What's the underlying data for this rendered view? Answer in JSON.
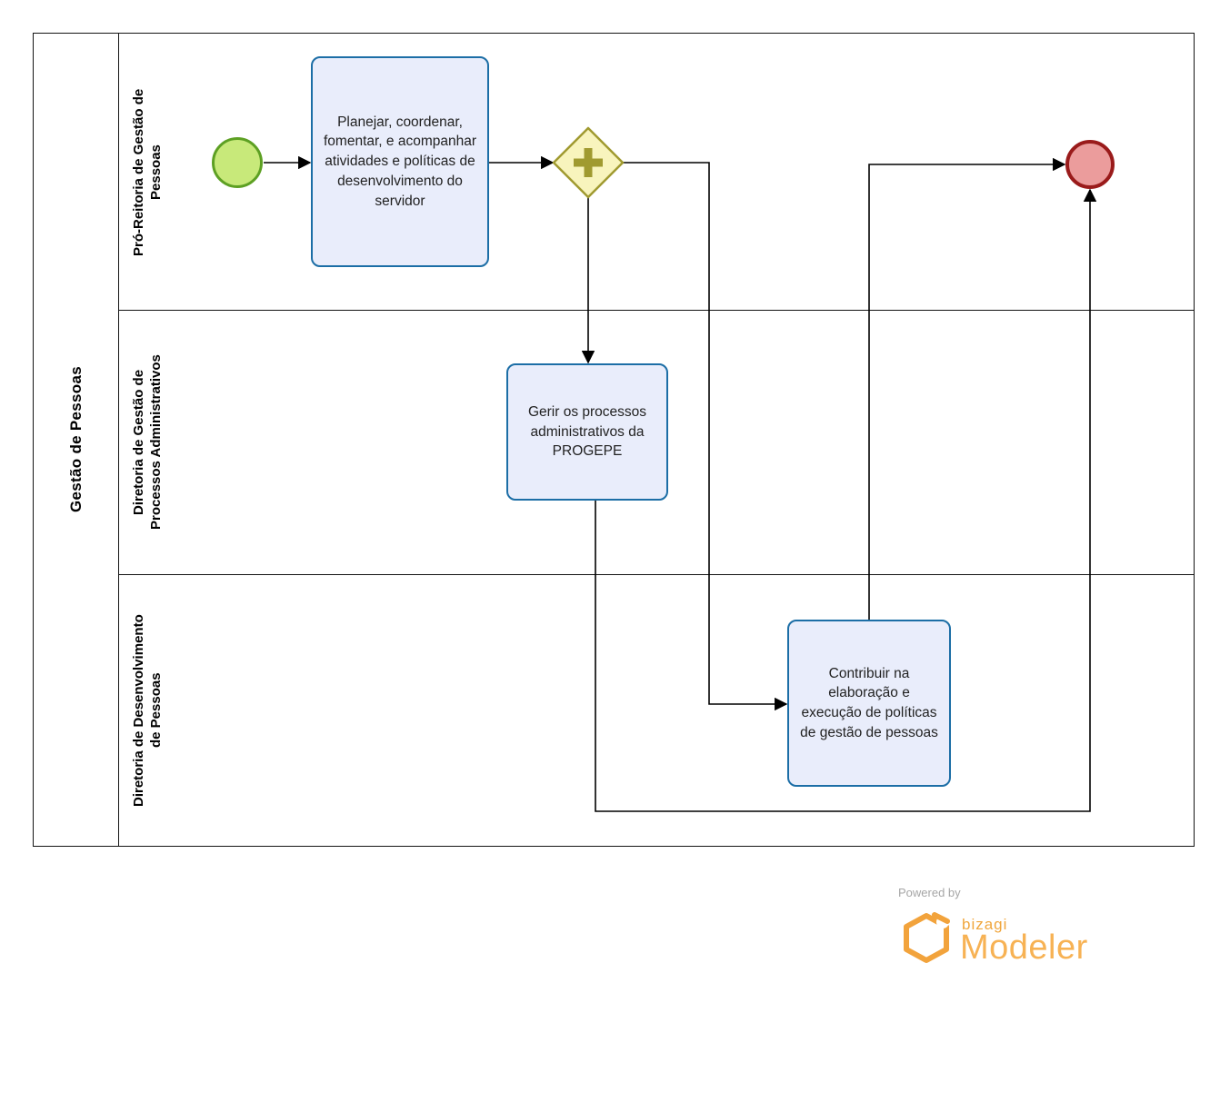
{
  "diagram": {
    "pool": {
      "title": "Gestão de Pessoas",
      "lanes": [
        {
          "label": "Pró-Reitoria de Gestão de Pessoas"
        },
        {
          "label": "Diretoria de Gestão de Processos Administrativos"
        },
        {
          "label": "Diretoria de Desenvolvimento de Pessoas"
        }
      ]
    },
    "nodes": {
      "start_event": {
        "type": "start-event"
      },
      "task_planejar": {
        "label": "Planejar, coordenar, fomentar, e acompanhar atividades e políticas de desenvolvimento do servidor"
      },
      "gateway_parallel": {
        "type": "parallel-gateway"
      },
      "task_gerir": {
        "label": "Gerir os processos administrativos da PROGEPE"
      },
      "task_contribuir": {
        "label": "Contribuir na elaboração e execução de políticas de gestão de pessoas"
      },
      "end_event": {
        "type": "end-event"
      }
    }
  },
  "footer": {
    "powered_by": "Powered by",
    "brand": "bizagi",
    "product": "Modeler"
  },
  "colors": {
    "task_border": "#1c6ea6",
    "task_fill": "#e9edfb",
    "gateway_border": "#a09a30",
    "gateway_fill": "#f8f4bd",
    "start_fill": "#c8e97a",
    "start_border": "#5da023",
    "end_fill": "#eb9c9c",
    "end_border": "#9a1b1b",
    "flow": "#000000",
    "brand_orange": "#f0a63c",
    "product_orange": "#f7b254"
  }
}
